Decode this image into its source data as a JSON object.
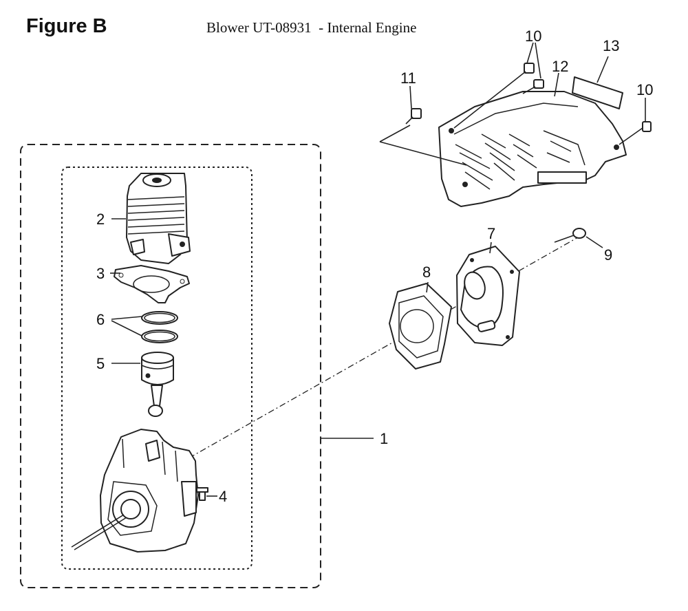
{
  "header": {
    "figure_label": "Figure B",
    "title": "Blower UT-08931  - Internal Engine"
  },
  "callouts": {
    "c1": "1",
    "c2": "2",
    "c3": "3",
    "c4": "4",
    "c5": "5",
    "c6": "6",
    "c7": "7",
    "c8": "8",
    "c9": "9",
    "c10a": "10",
    "c10b": "10",
    "c11": "11",
    "c12": "12",
    "c13": "13"
  }
}
